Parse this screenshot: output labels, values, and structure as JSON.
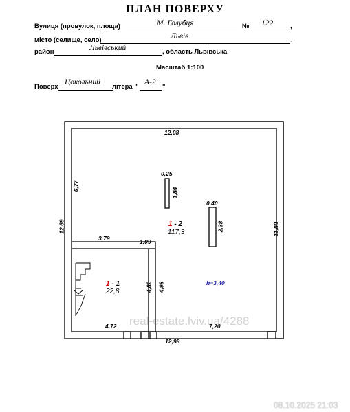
{
  "header": {
    "title": "ПЛАН ПОВЕРХУ",
    "street_label": "Вулиця (провулок, площа)",
    "street_value": "М. Голубця",
    "number_label": "№",
    "number_value": "122",
    "city_label": "місто (селище, село)",
    "city_value": "Львів",
    "district_label": "район",
    "district_value": "Львівський",
    "region_text": ", область Львівська",
    "scale": "Масштаб 1:100",
    "floor_label": "Поверх",
    "floor_value": "Цокольний",
    "litera_label": "літера \"",
    "litera_value": "А-2",
    "litera_close": "\"",
    "comma": ","
  },
  "plan": {
    "dims": {
      "top": "12,08",
      "left_upper": "6,77",
      "left_total": "12,69",
      "right_total": "11,88",
      "pillar1_w": "0,25",
      "pillar1_h": "1,84",
      "pillar2_w": "0,40",
      "pillar2_h": "2,38",
      "partition_a": "3,79",
      "partition_b": "1,09",
      "room1_h_a": "4,82",
      "room1_h_b": "4,98",
      "room1_bottom": "4,72",
      "bottom_inner": "7,20",
      "bottom_total": "12,98",
      "height": "h=3,40"
    },
    "rooms": [
      {
        "num": "1",
        "suffix": " - 1",
        "area": "22,8"
      },
      {
        "num": "1",
        "suffix": " - 2",
        "area": "117,3"
      }
    ]
  },
  "watermark": "real-estate.lviv.ua/4288",
  "timestamp": "08.10.2025 21:03"
}
